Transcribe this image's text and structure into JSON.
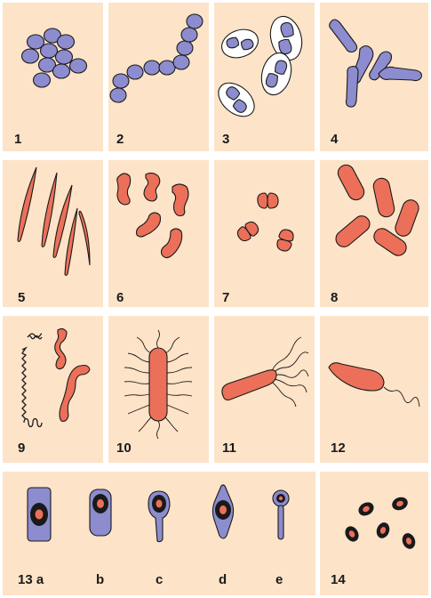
{
  "panels": [
    {
      "id": "1",
      "label": "1",
      "shape": "cocci cluster"
    },
    {
      "id": "2",
      "label": "2",
      "shape": "cocci chain"
    },
    {
      "id": "3",
      "label": "3",
      "shape": "diplococci with capsule"
    },
    {
      "id": "4",
      "label": "4",
      "shape": "club-shaped rods"
    },
    {
      "id": "5",
      "label": "5",
      "shape": "fusiform rods"
    },
    {
      "id": "6",
      "label": "6",
      "shape": "curved rods"
    },
    {
      "id": "7",
      "label": "7",
      "shape": "diplococci"
    },
    {
      "id": "8",
      "label": "8",
      "shape": "rods"
    },
    {
      "id": "9",
      "label": "9",
      "shape": "spirochetes"
    },
    {
      "id": "10",
      "label": "10",
      "shape": "peritrichous flagella"
    },
    {
      "id": "11",
      "label": "11",
      "shape": "lophotrichous flagella"
    },
    {
      "id": "12",
      "label": "12",
      "shape": "monotrichous flagellum"
    },
    {
      "id": "13",
      "label": "13 a",
      "sublabels": [
        "b",
        "c",
        "d",
        "e"
      ],
      "shape": "spore positions"
    },
    {
      "id": "14",
      "label": "14",
      "shape": "encapsulated cocci"
    }
  ],
  "colors": {
    "panel_bg": "#fde3c8",
    "gram_positive": "#8c8cce",
    "gram_negative": "#ec7059",
    "outline": "#1a1a1a"
  }
}
